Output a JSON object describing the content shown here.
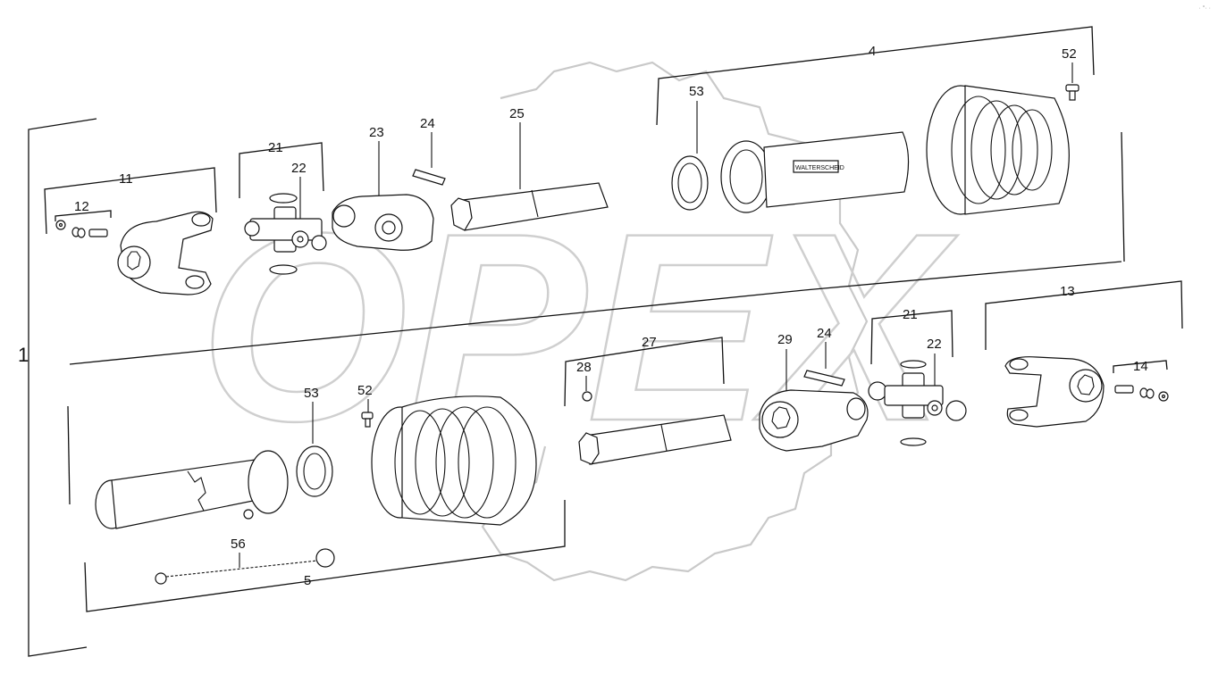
{
  "diagram": {
    "watermark_text": "OPEX",
    "corner_mark": "· °· ·",
    "shaft_label": "WALTERSCHEID",
    "callouts": {
      "c1": "1",
      "c4": "4",
      "c5": "5",
      "c11": "11",
      "c12": "12",
      "c13": "13",
      "c14": "14",
      "c21_top": "21",
      "c21_bottom": "21",
      "c22_top": "22",
      "c22_bottom": "22",
      "c23": "23",
      "c24_top": "24",
      "c24_bottom": "24",
      "c25": "25",
      "c27": "27",
      "c28": "28",
      "c29": "29",
      "c52_top": "52",
      "c52_bottom": "52",
      "c53_top": "53",
      "c53_bottom": "53",
      "c56": "56"
    }
  }
}
